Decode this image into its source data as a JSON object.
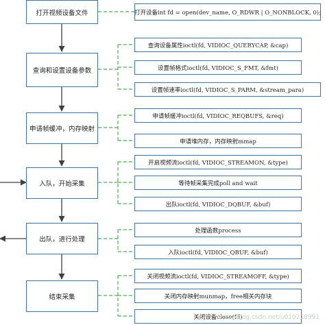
{
  "steps": [
    {
      "label": "打开视频设备文件",
      "details": [
        "打开设备int fd = open(dev_name, O_RDWR | O_NONBLOCK, 0);"
      ]
    },
    {
      "label": "查询和设置设备参数",
      "details": [
        "查询设备属性ioctl(fd, VIDIOC_QUERYCAP, &cap)",
        "设置帧格式ioctl(fd, VIDIOC_S_FMT, &fmt)",
        "设置帧速率ioctl(fd, VIDIOC_S_PARM, &stream_para)"
      ]
    },
    {
      "label": "申请帧缓冲，内存映射",
      "details": [
        "申请帧缓冲ioctl(fd, VIDIOC_REQBUFS, &req)",
        "申请堆内存，内存映射mmap"
      ]
    },
    {
      "label": "入队，开始采集",
      "details": [
        "开启视频流ioctl(fd, VIDIOC_STREAMON, &type)",
        "等待帧采集完成poll and wait",
        "出队ioctl(fd, VIDIOC_DQBUF, &buf)"
      ]
    },
    {
      "label": "出队，进行处理",
      "details": [
        "处理函数process",
        "入队ioctl(fd, VIDIOC_QBUF, &buf)"
      ]
    },
    {
      "label": "结束采集",
      "details": [
        "关闭视频流ioctl(fd, VIDIOC_STREAMOFF, &type)",
        "关闭内存映射munmap，free相关内存块",
        "关闭设备close(fd)"
      ]
    }
  ],
  "watermark": "https://blog.csdn.net/u010218991",
  "colors": {
    "box_border": "#41719c",
    "flow_arrow": "#404040",
    "dashed_connector": "#4caf50"
  }
}
